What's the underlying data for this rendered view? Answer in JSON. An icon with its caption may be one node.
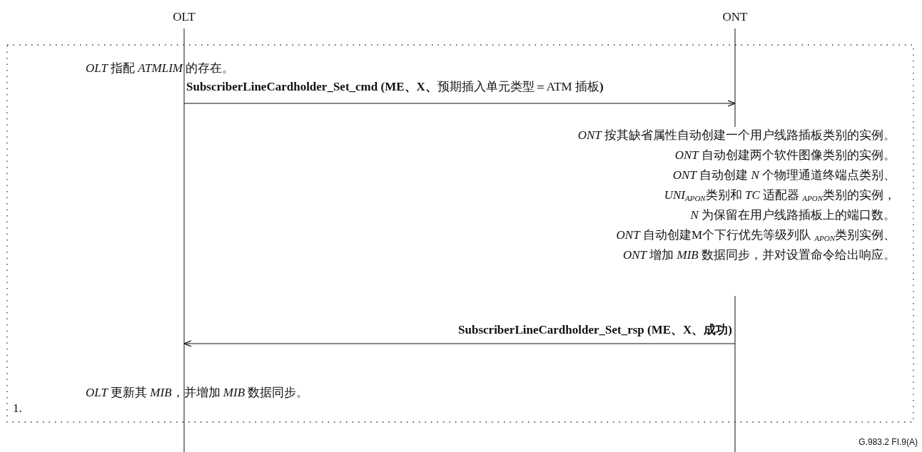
{
  "diagram": {
    "nodes": [
      {
        "text": [
          "OLT"
        ]
      },
      {
        "text": [
          "ONT"
        ]
      }
    ],
    "edges": [
      {
        "from": 0,
        "to": 1,
        "arrow": "to",
        "label": "**SubscriberLineCardholder_Set_cmd  (ME、X、**预期插入单元类型＝ATM 插板**)**"
      },
      {
        "from": 1,
        "to": 0,
        "arrow": "to",
        "label": "**SubscriberLineCardholder_Set_rsp (ME、X、成功)**"
      }
    ],
    "labels": [
      "*OLT* 指配 *ATMLIM* 的存在。",
      "*ONT* 按其缺省属性自动创建一个用户线路插板类别的实例。",
      "*ONT* 自动创建两个软件图像类别的实例。",
      "*ONT* 自动创建 *N* 个物理通道终端点类别、",
      "*UNI*$_{APON}$类别和 *TC* 适配器 $_{APON}$类别的实例，",
      "*N* 为保留在用户线路插板上的端口数。",
      "*ONT* 自动创建M个下行优先等级列队 $_{APON}$类别实例、",
      "*ONT* 增加 *MIB* 数据同步，并对设置命令给出响应。",
      "*OLT* 更新其 *MIB*，并增加 *MIB* 数据同步。",
      "1.",
      "G.983.2 FI.9(A)"
    ]
  }
}
